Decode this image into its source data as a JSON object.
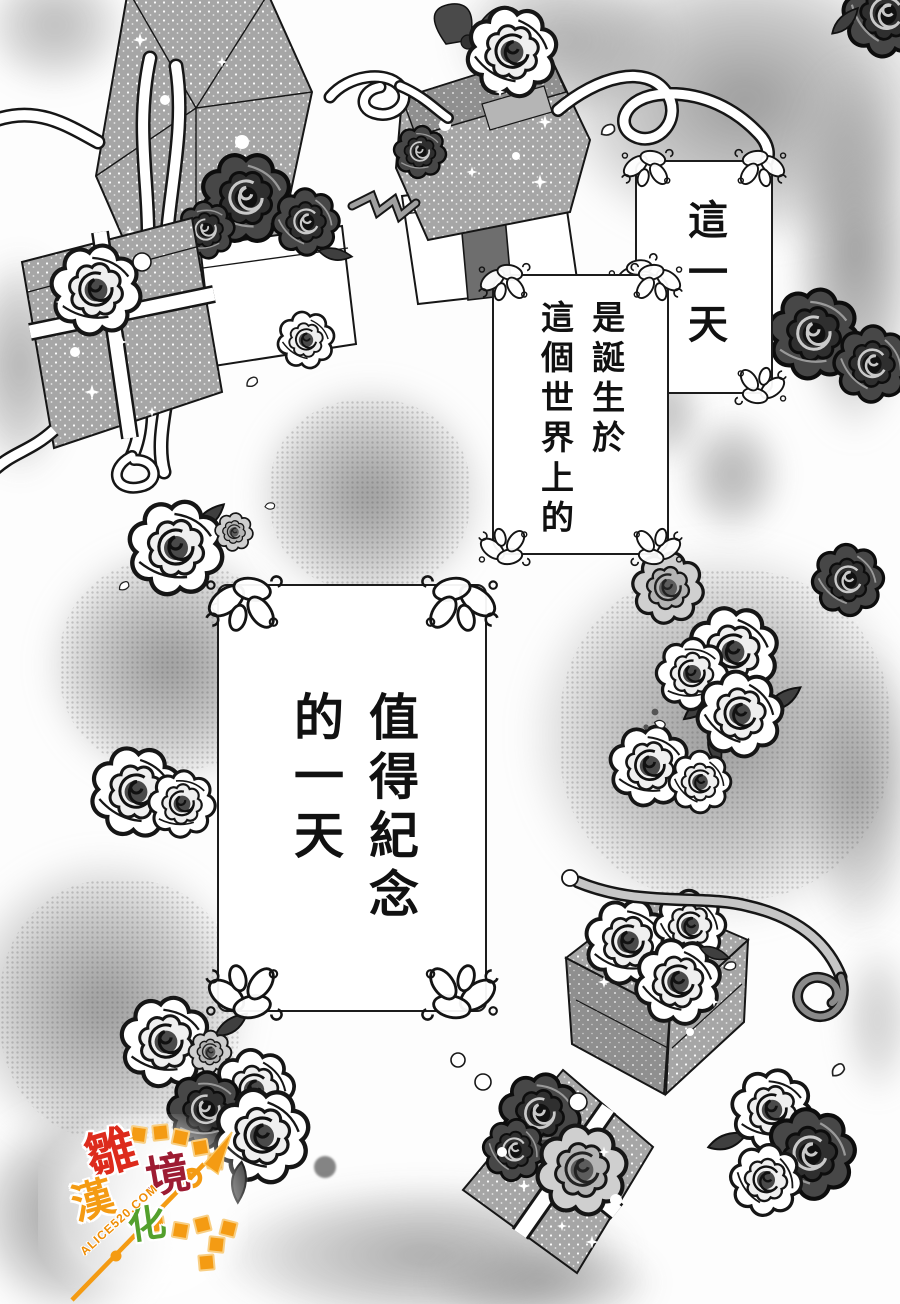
{
  "panels": [
    {
      "name": "caption-top",
      "lines": [
        "這一天"
      ]
    },
    {
      "name": "caption-middle",
      "lines": [
        "是誕生於",
        "這個世界上的"
      ]
    },
    {
      "name": "caption-main",
      "lines": [
        "值得紀念",
        "的一天"
      ]
    }
  ],
  "watermark": {
    "group_characters": [
      {
        "text": "雛",
        "color": "#dd2b1c"
      },
      {
        "text": "境",
        "color": "#9d1c33"
      },
      {
        "text": "漢",
        "color": "#f49b13"
      },
      {
        "text": "化",
        "color": "#53a02c"
      }
    ],
    "site": "ALICE520.COM",
    "accent_color": "#f49b13"
  }
}
